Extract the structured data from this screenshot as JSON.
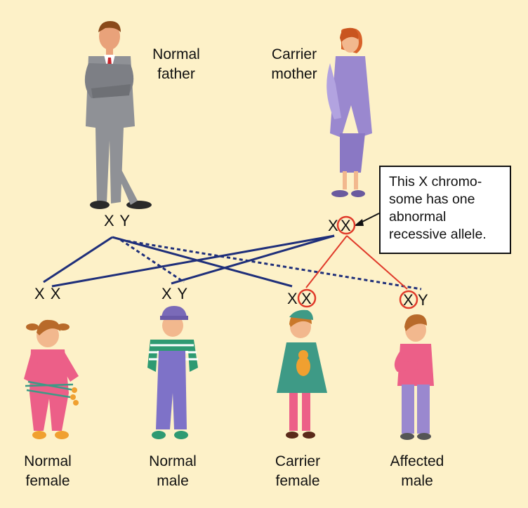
{
  "parents": {
    "father": {
      "label": "Normal\nfather",
      "genotype": "X Y"
    },
    "mother": {
      "label": "Carrier\nmother",
      "genotype_first": "X",
      "genotype_second": "X"
    }
  },
  "callout": {
    "text": "This X chromo-\nsome has one\nabnormal\nrecessive allele."
  },
  "children": [
    {
      "label": "Normal\nfemale",
      "genotype": "X X"
    },
    {
      "label": "Normal\nmale",
      "genotype": "X Y"
    },
    {
      "label": "Carrier\nfemale",
      "genotype_first": "X",
      "genotype_second": "X"
    },
    {
      "label": "Affected\nmale",
      "genotype_first": "X",
      "genotype_second": "Y"
    }
  ],
  "colors": {
    "background": "#fdf1c8",
    "father_line": "#1f2f7a",
    "affected_line": "#e03a2a",
    "circle": "#e03a2a"
  }
}
